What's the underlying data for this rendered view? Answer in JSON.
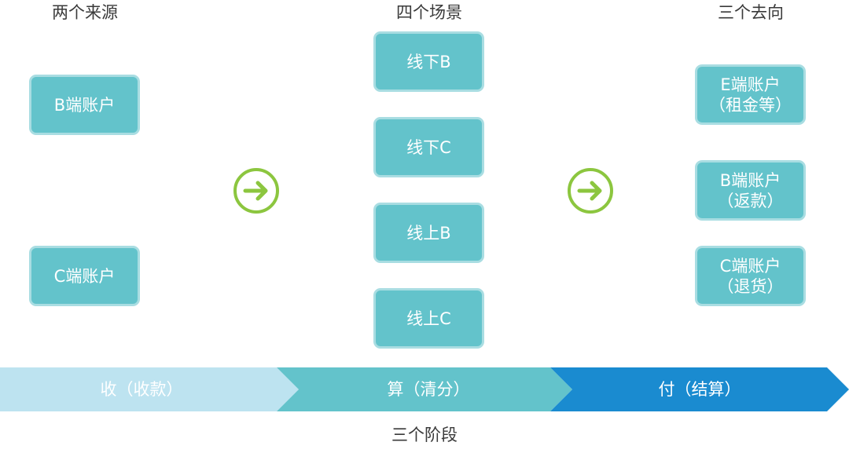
{
  "columns": {
    "sources": {
      "heading": "两个来源",
      "items": [
        "B端账户",
        "C端账户"
      ]
    },
    "scenarios": {
      "heading": "四个场景",
      "items": [
        "线下B",
        "线下C",
        "线上B",
        "线上C"
      ]
    },
    "destinations": {
      "heading": "三个去向",
      "items": [
        {
          "line1": "E端账户",
          "line2": "（租金等）"
        },
        {
          "line1": "B端账户",
          "line2": "（返款）"
        },
        {
          "line1": "C端账户",
          "line2": "（退货）"
        }
      ]
    }
  },
  "stages": {
    "items": [
      "收（收款）",
      "算（清分）",
      "付（结算）"
    ],
    "caption": "三个阶段"
  },
  "colors": {
    "box_fill": "#63c3cb",
    "box_border": "#a9dde2",
    "arrow_green": "#8cc63f",
    "band_light": "#bde3f0",
    "band_mid": "#63c3cb",
    "band_dark": "#1a8bd0"
  },
  "icons": [
    "arrow-right-circle-icon"
  ]
}
